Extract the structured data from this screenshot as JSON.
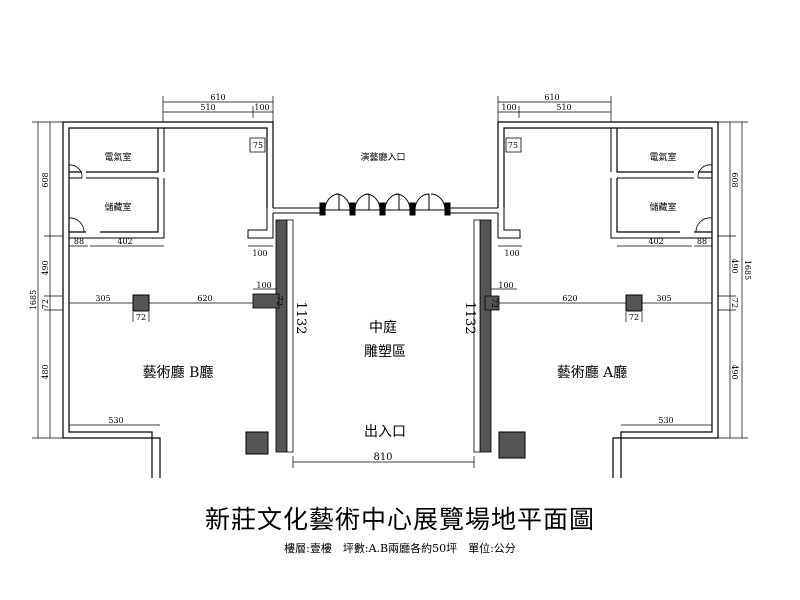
{
  "labels": {
    "performance_hall_entrance": "演藝廳入口",
    "courtyard": "中庭",
    "sculpture_area": "雕塑區",
    "entrance_exit": "出入口",
    "hall_b": "藝術廳 B廳",
    "hall_a": "藝術廳 A廳",
    "electrical_room": "電氣室",
    "storage_room": "儲藏室"
  },
  "dimensions": {
    "d610": "610",
    "d510": "510",
    "d100": "100",
    "d75": "75",
    "d608": "608",
    "d88": "88",
    "d402": "402",
    "d490": "490",
    "d480": "480",
    "d72": "72",
    "d1685": "1685",
    "d305": "305",
    "d620": "620",
    "d1132": "1132",
    "d530": "530",
    "d810": "810"
  },
  "title": "新莊文化藝術中心展覽場地平面圖",
  "subtitle": "樓層:壹樓　坪數:A.B兩廳各約50坪　單位:公分"
}
